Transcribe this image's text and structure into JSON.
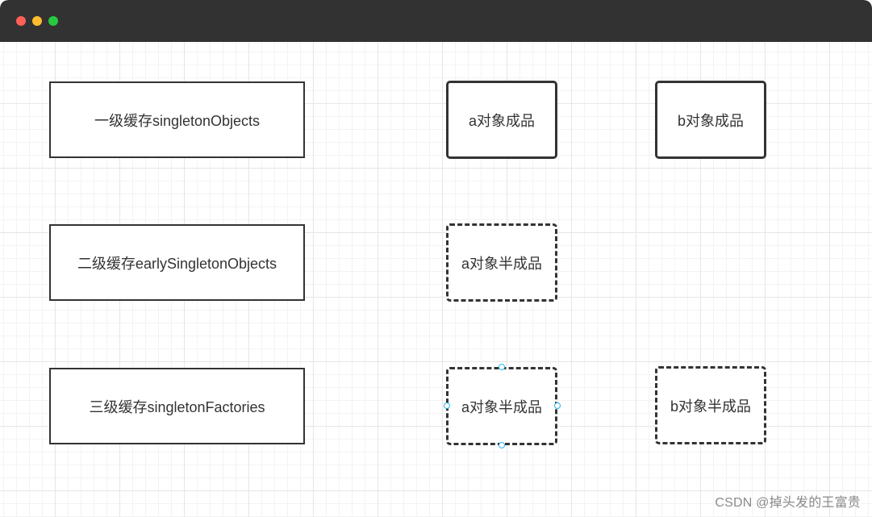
{
  "window": {
    "controls": {
      "close_color": "#fe5f57",
      "minimize_color": "#febc2e",
      "maximize_color": "#28c840"
    }
  },
  "diagram": {
    "caches": [
      {
        "label": "一级缓存singletonObjects"
      },
      {
        "label": "二级缓存earlySingletonObjects"
      },
      {
        "label": "三级缓存singletonFactories"
      }
    ],
    "objects": {
      "a_complete": "a对象成品",
      "b_complete": "b对象成品",
      "a_half_level2": "a对象半成品",
      "a_half_level3": "a对象半成品",
      "b_half_level3": "b对象半成品"
    }
  },
  "watermark": "CSDN @掉头发的王富贵"
}
